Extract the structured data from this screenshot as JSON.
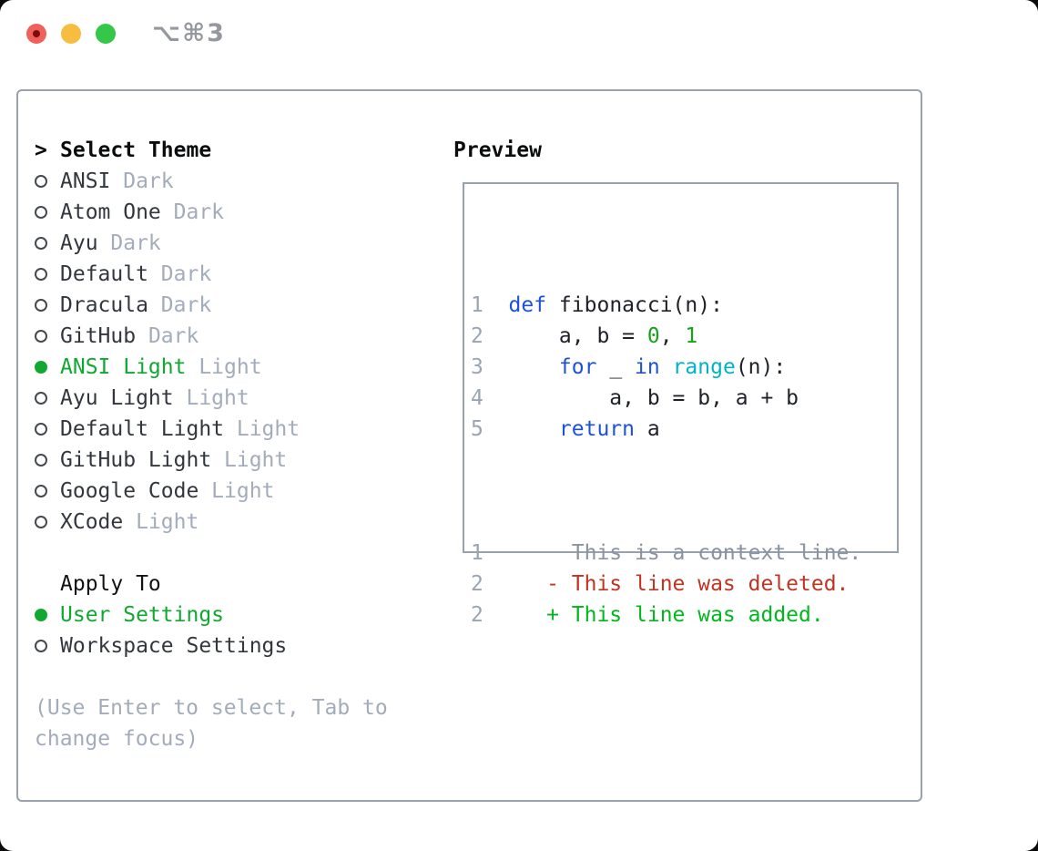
{
  "titlebar": {
    "title": "⌥⌘3",
    "buttons": [
      "close",
      "minimize",
      "zoom"
    ]
  },
  "theme_panel": {
    "header": {
      "prompt": ">",
      "label": "Select Theme"
    },
    "themes": [
      {
        "name": "ANSI",
        "variant": "Dark",
        "selected": false
      },
      {
        "name": "Atom One",
        "variant": "Dark",
        "selected": false
      },
      {
        "name": "Ayu",
        "variant": "Dark",
        "selected": false
      },
      {
        "name": "Default",
        "variant": "Dark",
        "selected": false
      },
      {
        "name": "Dracula",
        "variant": "Dark",
        "selected": false
      },
      {
        "name": "GitHub",
        "variant": "Dark",
        "selected": false
      },
      {
        "name": "ANSI Light",
        "variant": "Light",
        "selected": true
      },
      {
        "name": "Ayu Light",
        "variant": "Light",
        "selected": false
      },
      {
        "name": "Default Light",
        "variant": "Light",
        "selected": false
      },
      {
        "name": "GitHub Light",
        "variant": "Light",
        "selected": false
      },
      {
        "name": "Google Code",
        "variant": "Light",
        "selected": false
      },
      {
        "name": "XCode",
        "variant": "Light",
        "selected": false
      }
    ],
    "apply_to": {
      "header": "Apply To",
      "options": [
        {
          "label": "User Settings",
          "selected": true
        },
        {
          "label": "Workspace Settings",
          "selected": false
        }
      ]
    },
    "hint": "(Use Enter to select, Tab to change focus)"
  },
  "preview": {
    "header": "Preview",
    "code_lines": [
      {
        "num": "1",
        "tokens": [
          [
            "k",
            "def"
          ],
          [
            "p",
            " fibonacci(n):"
          ]
        ]
      },
      {
        "num": "2",
        "tokens": [
          [
            "p",
            "    a, b = "
          ],
          [
            "n",
            "0"
          ],
          [
            "p",
            ", "
          ],
          [
            "n",
            "1"
          ]
        ]
      },
      {
        "num": "3",
        "tokens": [
          [
            "p",
            "    "
          ],
          [
            "k",
            "for"
          ],
          [
            "p",
            " _ "
          ],
          [
            "k",
            "in"
          ],
          [
            "p",
            " "
          ],
          [
            "b",
            "range"
          ],
          [
            "p",
            "(n):"
          ]
        ]
      },
      {
        "num": "4",
        "tokens": [
          [
            "p",
            "        a, b = b, a + b"
          ]
        ]
      },
      {
        "num": "5",
        "tokens": [
          [
            "p",
            "    "
          ],
          [
            "k",
            "return"
          ],
          [
            "p",
            " a"
          ]
        ]
      }
    ],
    "diff_lines": [
      {
        "num": "1",
        "type": "context",
        "text": "     This is a context line."
      },
      {
        "num": "2",
        "type": "deleted",
        "text": "   - This line was deleted."
      },
      {
        "num": "2",
        "type": "added",
        "text": "   + This line was added."
      }
    ]
  },
  "colors": {
    "selection_green": "#11a832",
    "keyword_blue": "#1d52d8",
    "builtin_cyan": "#00b4c6",
    "number_green": "#16a31a",
    "diff_red": "#bf3422",
    "diff_green": "#00b71e",
    "muted_gray": "#a3acba",
    "line_number_gray": "#9aa5b3",
    "border_gray": "#98a1ad",
    "traffic_red": "#f2605a",
    "traffic_yellow": "#f6bd40",
    "traffic_green": "#34c749"
  }
}
